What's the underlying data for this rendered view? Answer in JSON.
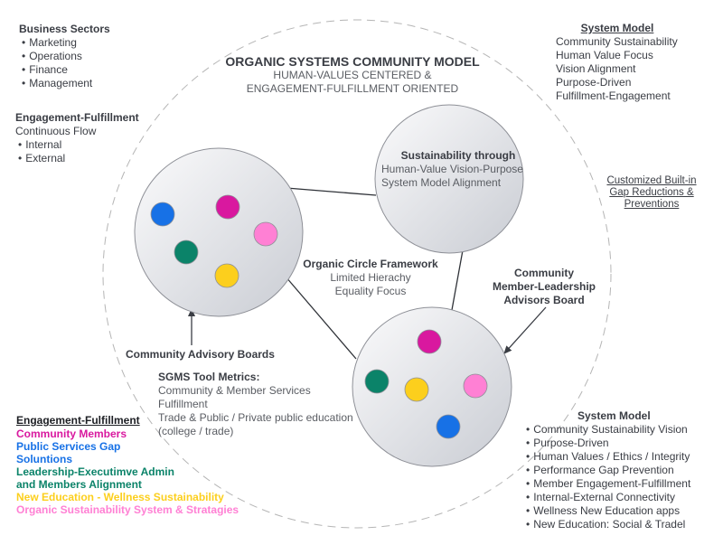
{
  "title": {
    "main": "ORGANIC SYSTEMS COMMUNITY MODEL",
    "line1": "HUMAN-VALUES CENTERED &",
    "line2": "ENGAGEMENT-FULFILLMENT ORIENTED"
  },
  "business_sectors": {
    "heading": "Business Sectors",
    "items": [
      "Marketing",
      "Operations",
      "Finance",
      "Management"
    ]
  },
  "engagement_flow": {
    "heading": "Engagement-Fulfillment",
    "subheading": "Continuous Flow",
    "items": [
      "Internal",
      "External"
    ]
  },
  "system_model_top": {
    "heading": "System Model",
    "items": [
      "Community Sustainability",
      "Human Value Focus",
      "Vision Alignment",
      "Purpose-Driven",
      "Fulfillment-Engagement"
    ]
  },
  "gap_note": {
    "lines": [
      "Customized Built-in",
      "Gap Reductions &",
      "Preventions"
    ]
  },
  "sustainability_circle": {
    "heading": "Sustainability through",
    "lines": [
      "Human-Value Vision-Purpose",
      "System Model Alignment"
    ]
  },
  "framework": {
    "heading": "Organic Circle Framework",
    "lines": [
      "Limited Hierachy",
      "Equality Focus"
    ]
  },
  "leadership_board": {
    "lines": [
      "Community",
      "Member-Leadership",
      "Advisors Board"
    ]
  },
  "advisory_boards": {
    "label": "Community Advisory Boards"
  },
  "sgms": {
    "heading": "SGMS Tool Metrics:",
    "lines": [
      "Community & Member Services",
      "Fulfillment",
      "Trade & Public / Private public education",
      "(college / trade)"
    ]
  },
  "legend": {
    "heading": "Engagement-Fulfillment",
    "items": [
      {
        "lines": [
          "Community Members"
        ],
        "color": "#d9189f",
        "key": "magenta"
      },
      {
        "lines": [
          "Public Services Gap",
          "Soluntions"
        ],
        "color": "#1771e6",
        "key": "blue"
      },
      {
        "lines": [
          "Leadership-Executimve Admin",
          "and Members Alignment"
        ],
        "color": "#0b8369",
        "key": "teal"
      },
      {
        "lines": [
          "New Education - Wellness Sustainability"
        ],
        "color": "#fccf1d",
        "key": "yellow"
      },
      {
        "lines": [
          "Organic Sustainability System & Stratagies"
        ],
        "color": "#ff80d4",
        "key": "pink"
      }
    ]
  },
  "system_model_bottom": {
    "heading": "System Model",
    "items": [
      "Community Sustainability Vision",
      "Purpose-Driven",
      "Human Values / Ethics / Integrity",
      "Performance Gap Prevention",
      "Member Engagement-Fulfillment",
      "Internal-External Connectivity",
      "Wellness New Education apps",
      "New Education: Social & Tradel"
    ]
  },
  "colors": {
    "magenta": "#d9189f",
    "blue": "#1771e6",
    "teal": "#0b8369",
    "yellow": "#fccf1d",
    "pink": "#ff80d4"
  }
}
